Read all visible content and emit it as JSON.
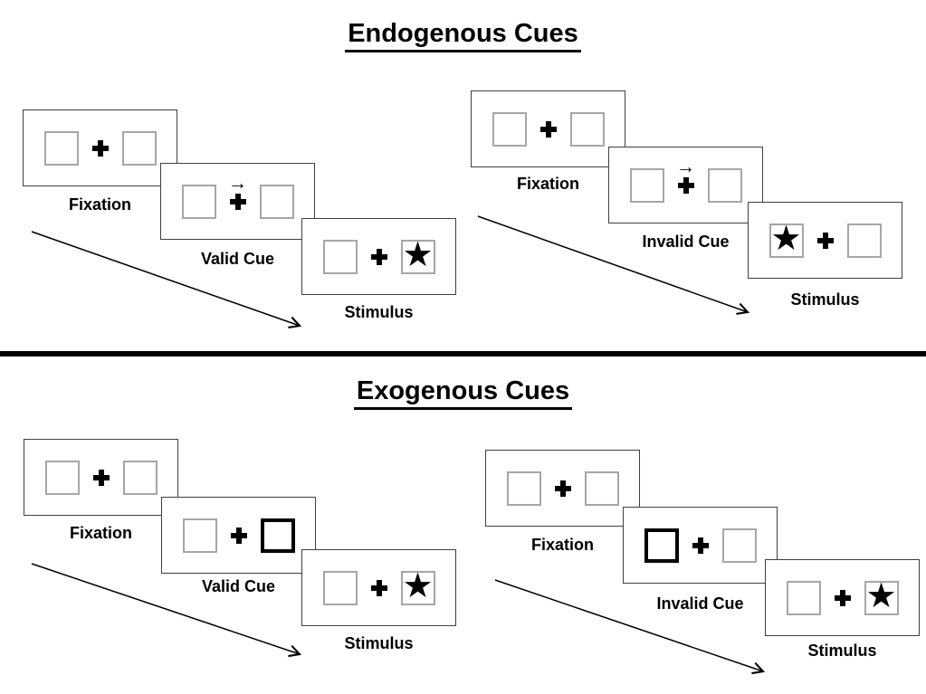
{
  "colors": {
    "background": "#ffffff",
    "panel_border": "#3f3f3f",
    "box_border": "#a6a6a6",
    "thick_cue_border": "#000000",
    "divider": "#000000",
    "text": "#000000"
  },
  "icons": {
    "star": "★",
    "cue_arrow": "→",
    "fixation_cross": "+"
  },
  "sections": [
    {
      "title": "Endogenous Cues",
      "groups": [
        {
          "name": "endogenous-valid",
          "panels": [
            {
              "label": "Fixation"
            },
            {
              "label": "Valid Cue"
            },
            {
              "label": "Stimulus"
            }
          ]
        },
        {
          "name": "endogenous-invalid",
          "panels": [
            {
              "label": "Fixation"
            },
            {
              "label": "Invalid Cue"
            },
            {
              "label": "Stimulus"
            }
          ]
        }
      ]
    },
    {
      "title": "Exogenous Cues",
      "groups": [
        {
          "name": "exogenous-valid",
          "panels": [
            {
              "label": "Fixation"
            },
            {
              "label": "Valid Cue"
            },
            {
              "label": "Stimulus"
            }
          ]
        },
        {
          "name": "exogenous-invalid",
          "panels": [
            {
              "label": "Fixation"
            },
            {
              "label": "Invalid Cue"
            },
            {
              "label": "Stimulus"
            }
          ]
        }
      ]
    }
  ]
}
